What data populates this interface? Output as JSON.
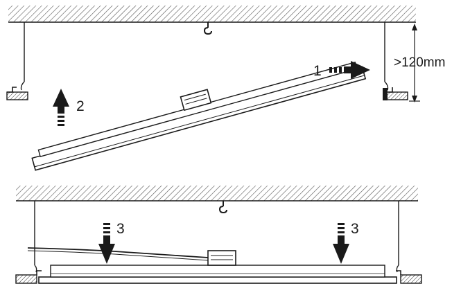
{
  "steps": {
    "step1": "1",
    "step2": "2",
    "step3a": "3",
    "step3b": "3"
  },
  "dimension": {
    "clearance": ">120mm"
  },
  "colors": {
    "line": "#1a1a1a",
    "hatch": "#555555",
    "background": "#ffffff"
  }
}
